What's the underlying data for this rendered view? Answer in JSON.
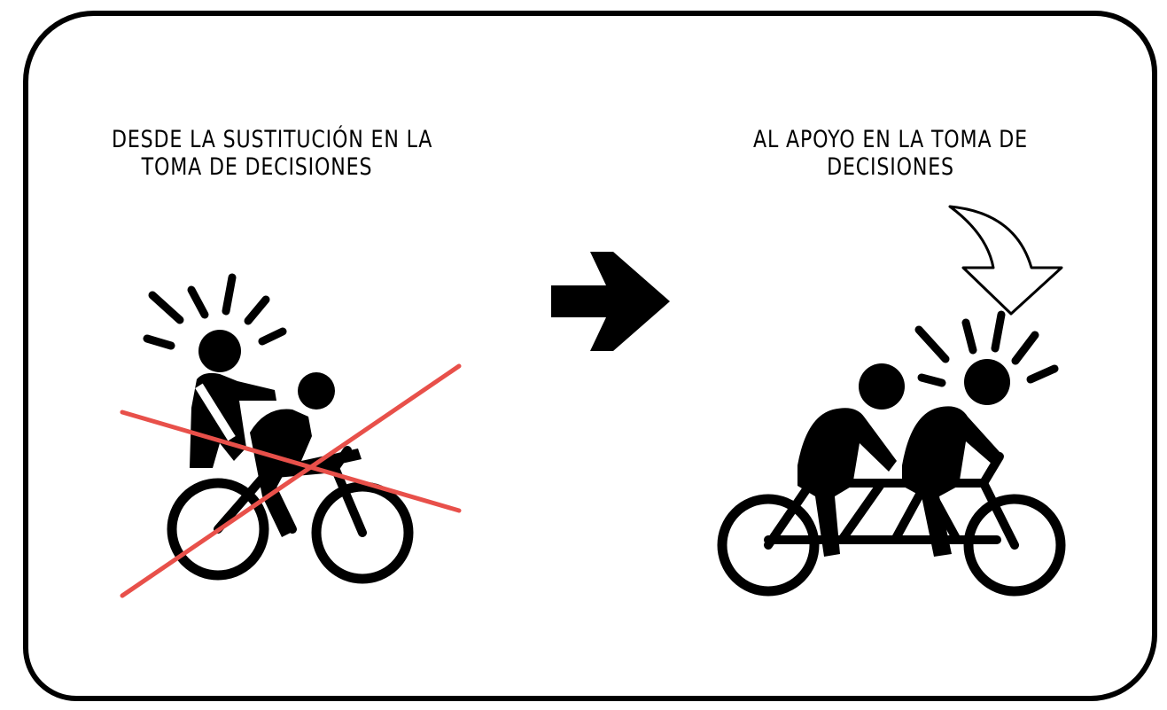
{
  "left_panel": {
    "caption_line1": "Desde la sustitución en la",
    "caption_line2": "toma de decisiones"
  },
  "right_panel": {
    "caption_line1": "Al apoyo en la toma de",
    "caption_line2": "decisiones"
  },
  "icons": {
    "left": "crossed-out-rider-with-passenger-icon",
    "middle": "right-arrow-icon",
    "right": "tandem-bicycle-icon",
    "pointer": "curved-arrow-icon"
  },
  "colors": {
    "ink": "#000000",
    "cross": "#e8504a",
    "background": "#ffffff"
  }
}
